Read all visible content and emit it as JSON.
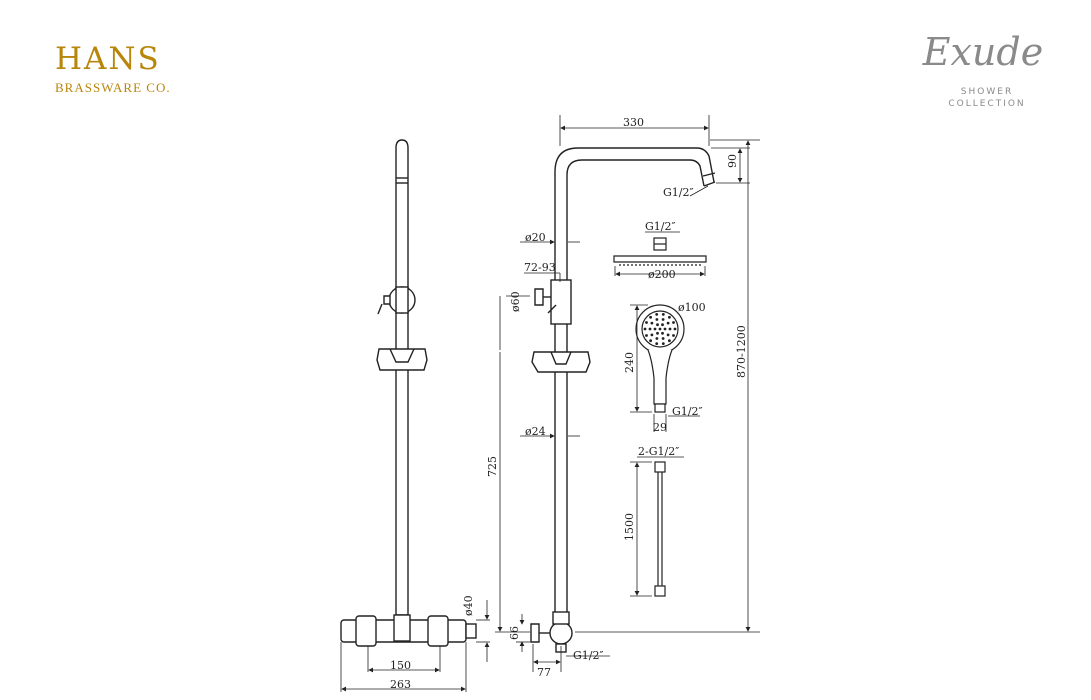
{
  "brand": {
    "name": "HANS",
    "subtitle": "BRASSWARE CO."
  },
  "collection": {
    "name": "Exude",
    "line1": "SHOWER",
    "line2": "COLLECTION"
  },
  "dimensions": {
    "arm_width": "330",
    "arm_drop": "90",
    "arm_thread": "G1/2″",
    "rod_top_dia": "ø20",
    "rod_adjust": "72-93",
    "bracket_dia": "ø60",
    "head_thread": "G1/2″",
    "head_dia": "ø200",
    "hand_dia": "ø100",
    "hand_length": "240",
    "hand_thread": "G1/2″",
    "hand_base": "29",
    "rod_low_dia": "ø24",
    "hose_threads": "2-G1/2″",
    "hose_length": "1500",
    "rail_height": "725",
    "total_height": "870-1200",
    "valve_height": "ø40",
    "inlet_height": "66",
    "valve_centres": "150",
    "valve_width": "263",
    "inlet_offset": "77",
    "inlet_thread": "G1/2″"
  }
}
